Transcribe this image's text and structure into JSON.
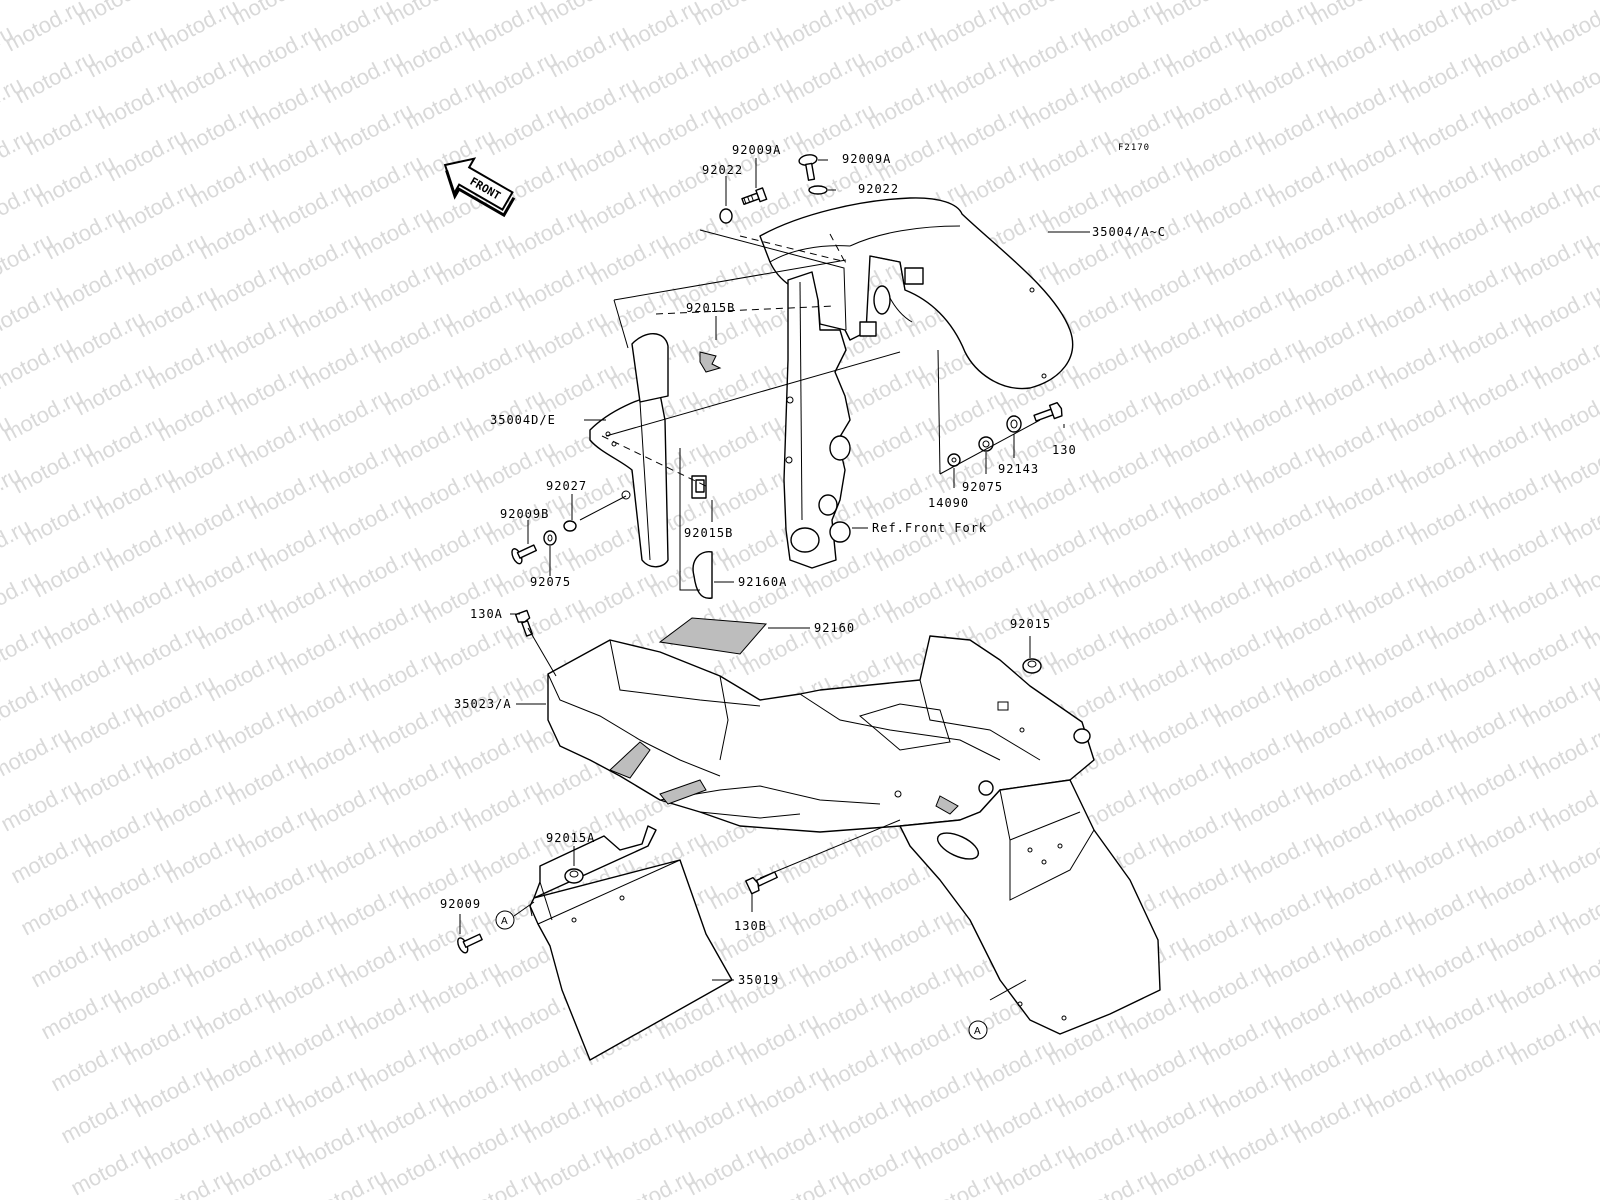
{
  "watermark": "motod.ru",
  "figure_code": "F2170",
  "front_arrow_label": "FRONT",
  "reference_marker": "A",
  "parts": {
    "p92009A_left": "92009A",
    "p92009A_right": "92009A",
    "p92022_left": "92022",
    "p92022_right": "92022",
    "p35004AC": "35004/A~C",
    "p92015B_top": "92015B",
    "p35004DE": "35004D/E",
    "p130": "130",
    "p92143": "92143",
    "p92075_right": "92075",
    "p14090": "14090",
    "p92027": "92027",
    "p92009B": "92009B",
    "p92075_left": "92075",
    "p92015B_bottom": "92015B",
    "pRefFrontFork": "Ref.Front Fork",
    "p92160A": "92160A",
    "p130A": "130A",
    "p92160": "92160",
    "p92015": "92015",
    "p35023A": "35023/A",
    "p92015A": "92015A",
    "p92009": "92009",
    "p130B": "130B",
    "p35019": "35019"
  }
}
